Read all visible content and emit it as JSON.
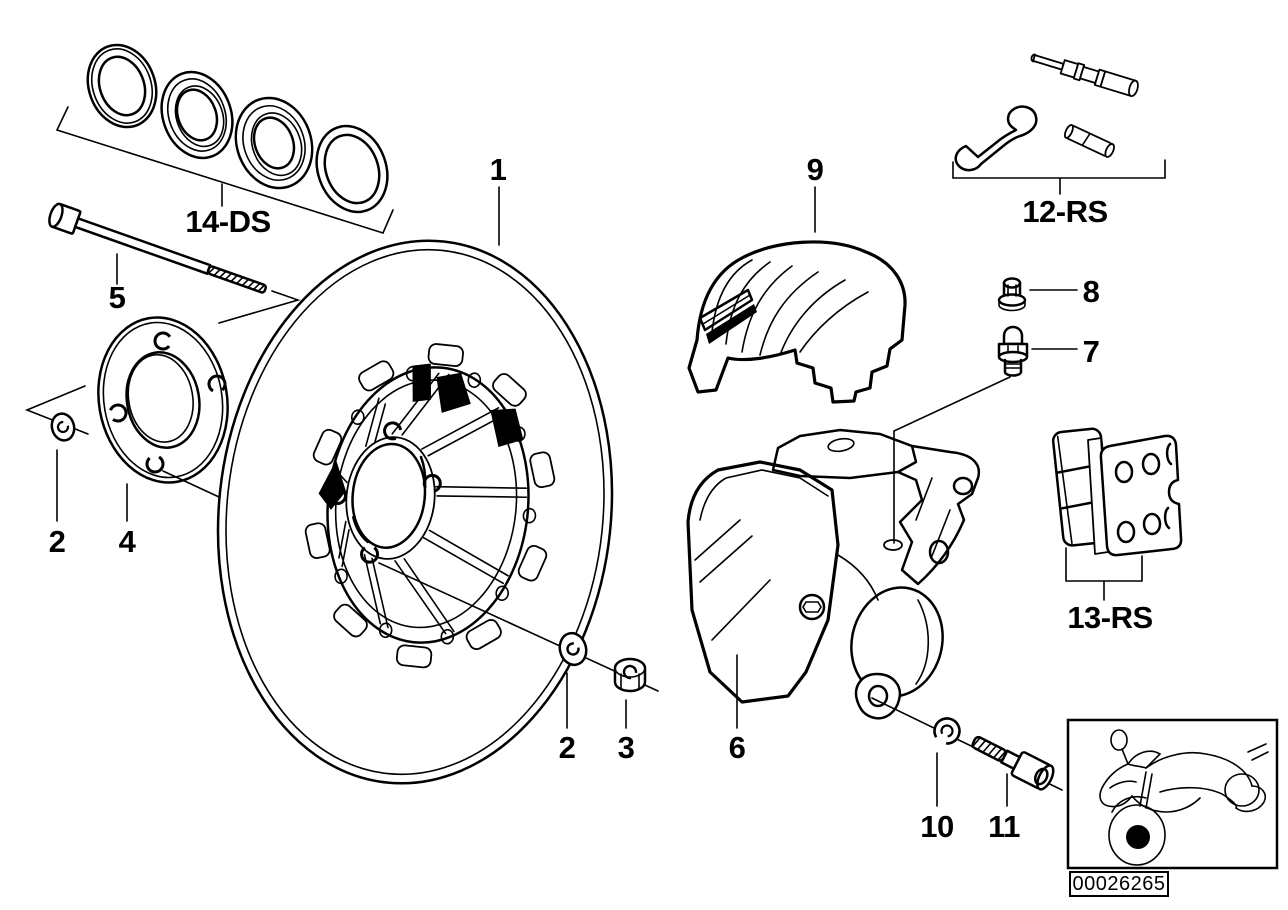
{
  "diagram": {
    "colors": {
      "line": "#000000",
      "background": "#ffffff"
    },
    "labels": {
      "part1": "1",
      "part2_left": "2",
      "part2_mid": "2",
      "part3": "3",
      "part4": "4",
      "part5": "5",
      "part6": "6",
      "part7": "7",
      "part8": "8",
      "part9": "9",
      "part10": "10",
      "part11": "11",
      "kit12": "12-RS",
      "kit13": "13-RS",
      "kit14": "14-DS"
    },
    "plate_number": "00026265"
  }
}
